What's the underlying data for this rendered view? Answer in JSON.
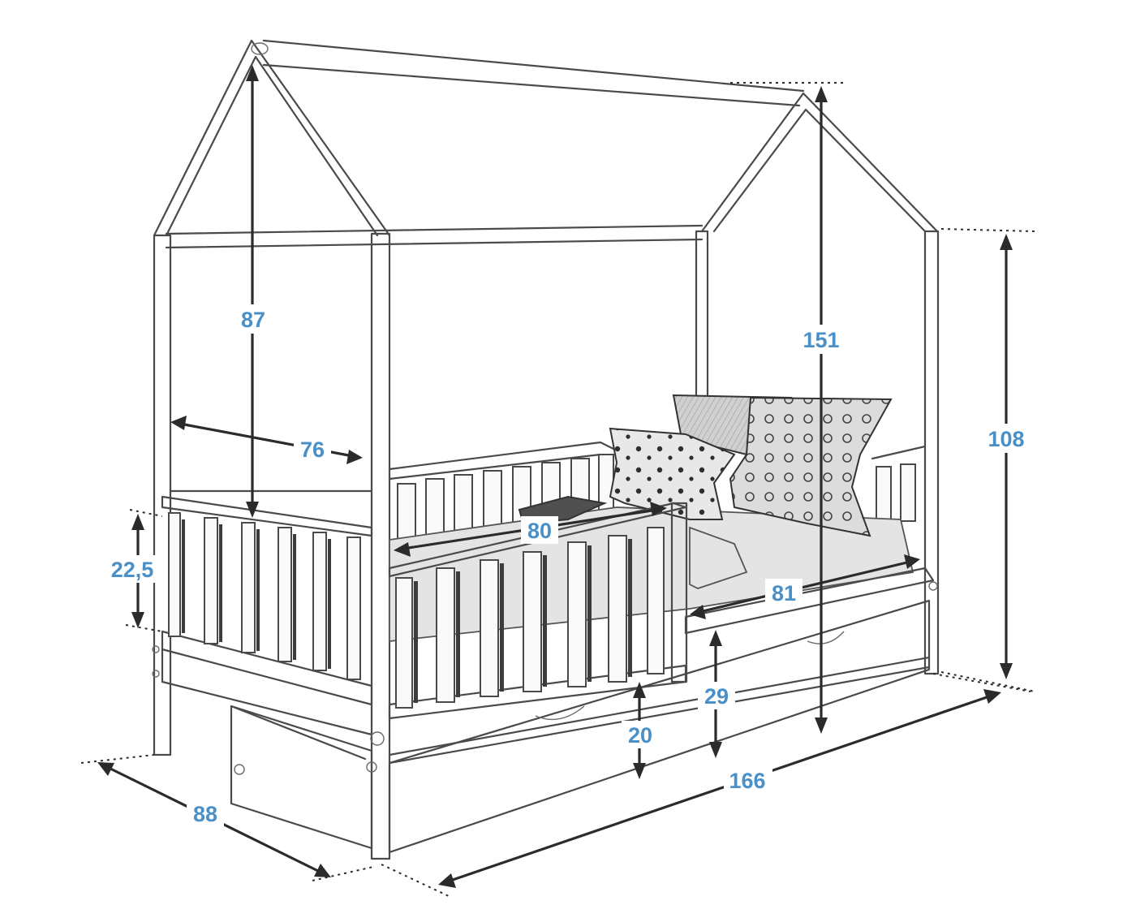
{
  "dimensions": {
    "roof_height": "87",
    "total_height": "151",
    "side_height": "108",
    "inner_width": "76",
    "rail_height": "22,5",
    "opening_width": "80",
    "mattress_length": "81",
    "bed_clearance": "29",
    "drawer_height": "20",
    "total_length": "166",
    "total_width": "88"
  },
  "colors": {
    "label": "#4a90c8",
    "line": "#4a4a4a",
    "arrow": "#2b2b2b"
  }
}
